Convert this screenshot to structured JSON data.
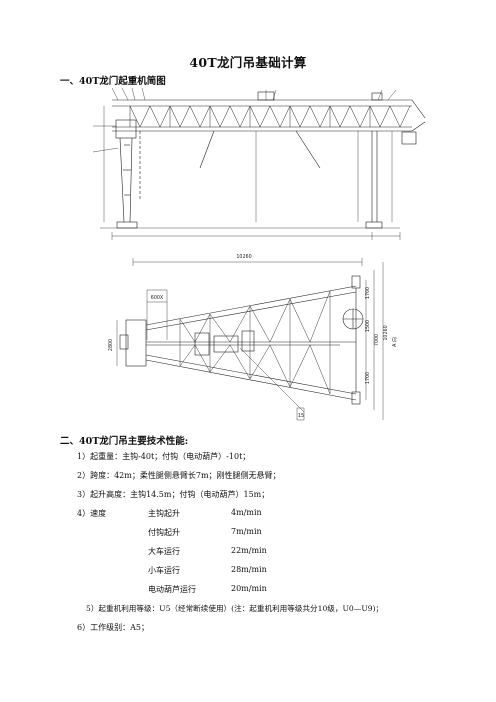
{
  "document": {
    "title": "40T龙门吊基础计算",
    "section1": "一、40T龙门起重机简图",
    "section2": "二、40T龙门吊主要技术性能:",
    "items": [
      "1）起重量：主钩-40t；付钩（电动葫芦）-10t；",
      "2）跨度：42m；柔性腿侧悬臂长7m；刚性腿侧无悬臂；",
      "3）起升高度：主钩14.5m；付钩（电动葫芦）15m；"
    ],
    "speed": {
      "label": "4）速度",
      "rows": [
        {
          "name": "主钩起升",
          "value": "4m/min"
        },
        {
          "name": "付钩起升",
          "value": "7m/min"
        },
        {
          "name": "大车运行",
          "value": "22m/min"
        },
        {
          "name": "小车运行",
          "value": "28m/min"
        },
        {
          "name": "电动葫芦运行",
          "value": "20m/min"
        }
      ]
    },
    "item5": "5）起重机利用等级：U5（经常断续使用）(注：起重机利用等级共分10级，U0—U9)；",
    "item6": "6）工作级别：A5；"
  },
  "drawing_labels": {
    "plan_dim_top": "10260",
    "plan_dim_left": "2800",
    "plan_box": "600X",
    "plan_dim_right_1": "1700",
    "plan_dim_right_2": "1500",
    "plan_dim_right_3": "7000",
    "plan_dim_right_4": "10260",
    "plan_dim_right_5": "1700",
    "plan_side_text": "A 向",
    "plan_callout": "15"
  }
}
